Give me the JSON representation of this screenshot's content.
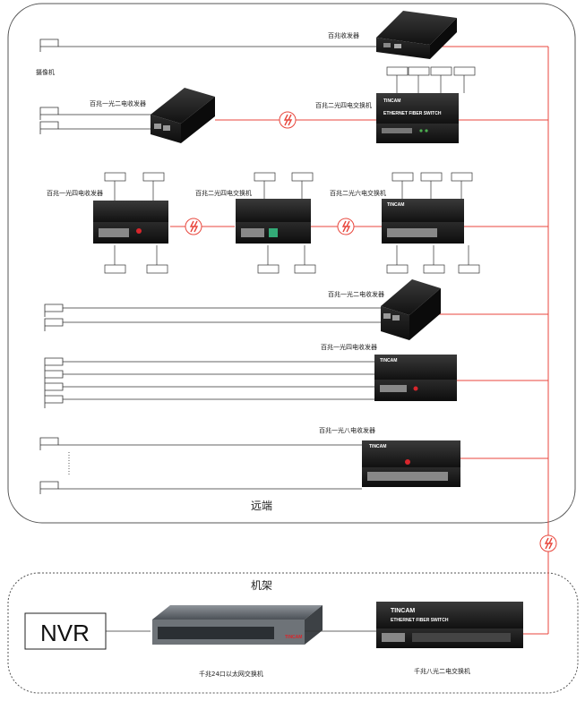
{
  "zones": {
    "remote_label": "远端",
    "rack_label": "机架"
  },
  "labels": {
    "camera": "摄像机",
    "row1_device": "百兆收发器",
    "row2_left_device": "百兆一光二电收发器",
    "row2_right_device": "百兆二光四电交换机",
    "row3_left_device": "百兆一光四电收发器",
    "row3_mid_device": "百兆二光四电交换机",
    "row3_right_device": "百兆二光六电交换机",
    "row4_device": "百兆一光二电收发器",
    "row5_device": "百兆一光四电收发器",
    "row6_device": "百兆一光八电收发器",
    "nvr": "NVR",
    "switch24": "千兆24口以太网交换机",
    "switch_rack": "千兆八光二电交换机"
  },
  "brands": {
    "tincam": "TINCAM",
    "ethernet_fiber_switch": "ETHERNET FIBER SWITCH"
  },
  "colors": {
    "fiber": "#e8463c",
    "cable": "#333333",
    "device_body": "#1c1c1c",
    "border": "#444444"
  }
}
